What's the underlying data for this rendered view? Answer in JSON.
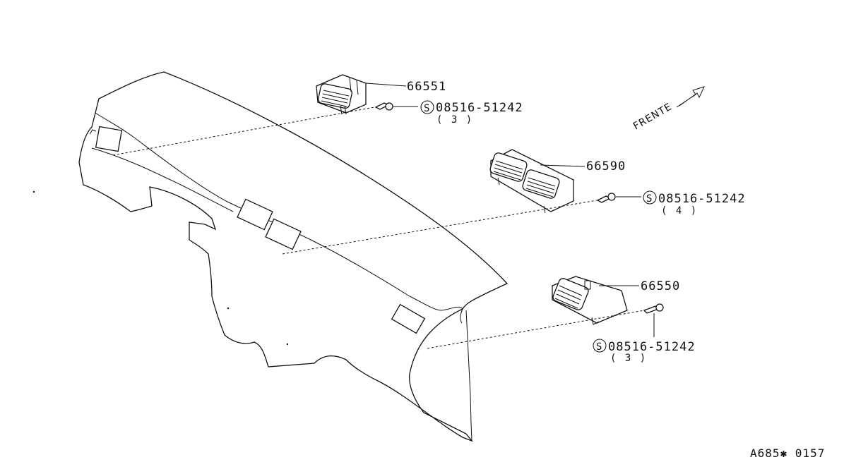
{
  "diagram": {
    "parts": {
      "center_vent": {
        "part_number": "66551"
      },
      "side_vent_pair": {
        "part_number": "66590"
      },
      "lower_vent": {
        "part_number": "66550"
      }
    },
    "screws": [
      {
        "symbol": "S",
        "part_number": "08516-51242",
        "qty": "( 3 )"
      },
      {
        "symbol": "S",
        "part_number": "08516-51242",
        "qty": "( 4 )"
      },
      {
        "symbol": "S",
        "part_number": "08516-51242",
        "qty": "( 3 )"
      }
    ],
    "direction_label": "FRENTE",
    "reference_code": "A685✱ 0157"
  }
}
